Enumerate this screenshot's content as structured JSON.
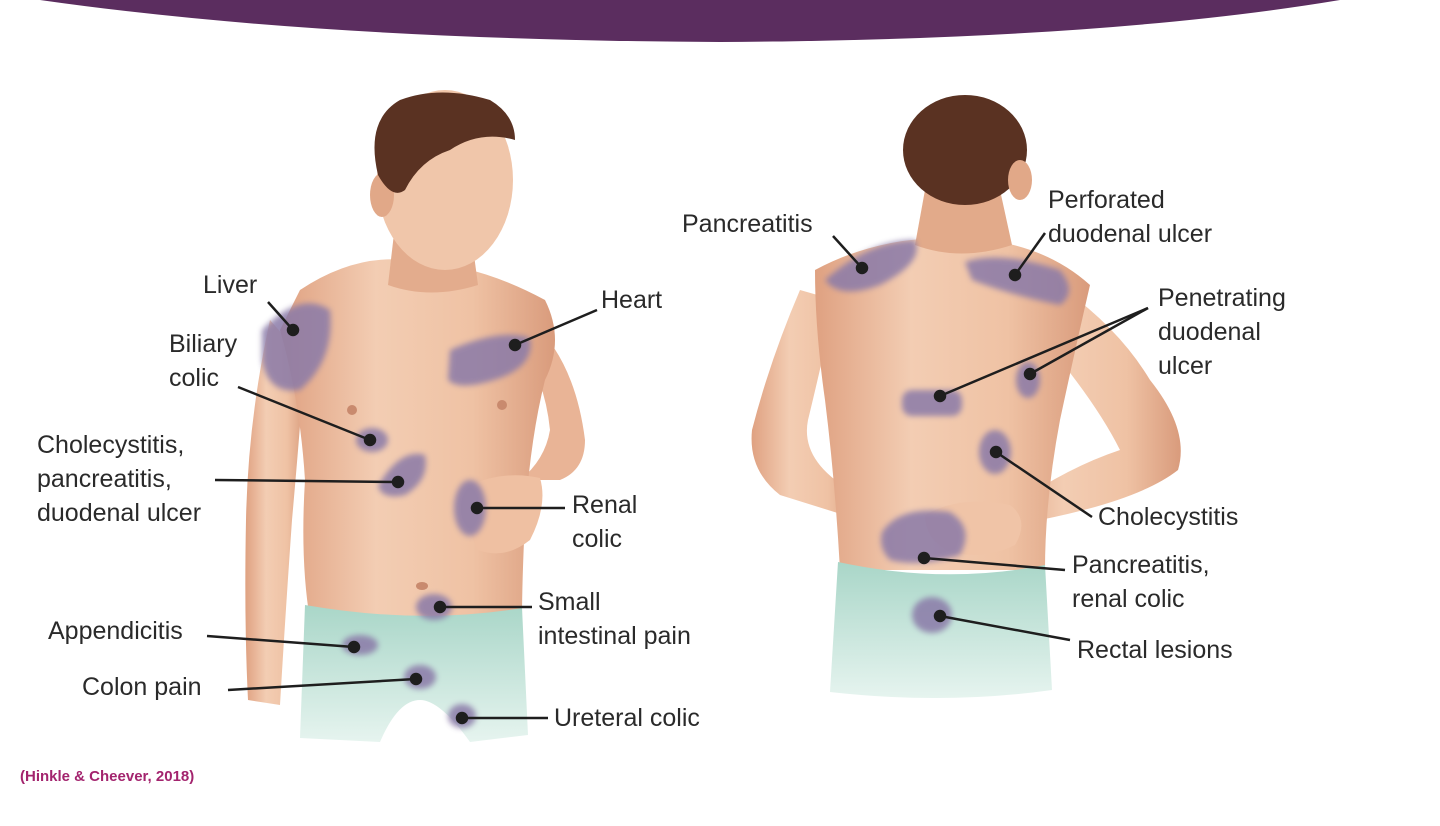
{
  "figure": {
    "front_labels": {
      "liver": "Liver",
      "biliary_colic": "Biliary\ncolic",
      "cholecystitis_pancreatitis_duodenal_ulcer": "Cholecystitis,\npancreatitis,\nduodenal ulcer",
      "appendicitis": "Appendicitis",
      "colon_pain": "Colon pain",
      "heart": "Heart",
      "renal_colic": "Renal\ncolic",
      "small_intestinal_pain": "Small\nintestinal pain",
      "ureteral_colic": "Ureteral colic"
    },
    "back_labels": {
      "pancreatitis": "Pancreatitis",
      "perforated_duodenal_ulcer": "Perforated\nduodenal ulcer",
      "penetrating_duodenal_ulcer": "Penetrating\nduodenal\nulcer",
      "cholecystitis": "Cholecystitis",
      "pancreatitis_renal_colic": "Pancreatitis,\nrenal colic",
      "rectal_lesions": "Rectal lesions"
    },
    "colors": {
      "banner": "#5b2d5f",
      "skin": "#efc2a4",
      "skin_shadow": "#dfa181",
      "hair": "#5a3222",
      "shorts": "#c6e6dc",
      "pain_area": "#8a7aa8",
      "leader_line": "#1e1e1e"
    }
  },
  "citation": "(Hinkle & Cheever, 2018)"
}
